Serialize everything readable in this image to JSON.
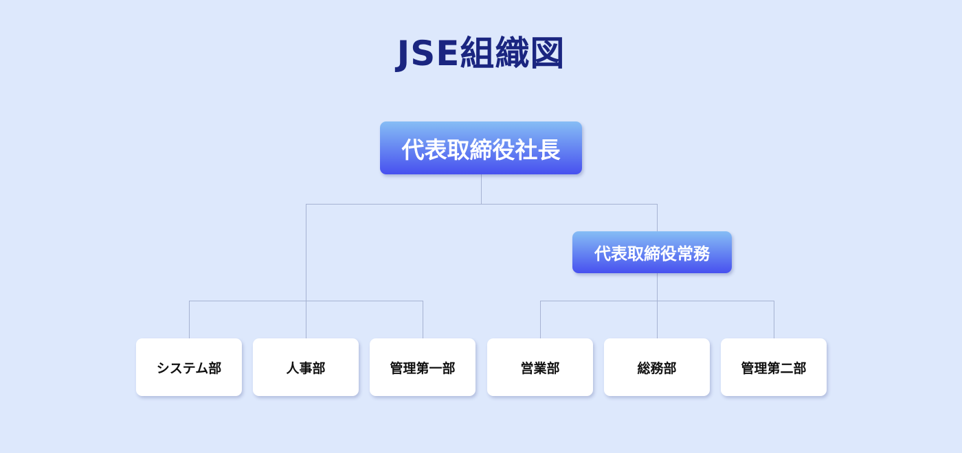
{
  "title": "JSE組織図",
  "president": "代表取締役社長",
  "managing_director": "代表取締役常務",
  "departments": [
    "システム部",
    "人事部",
    "管理第一部",
    "営業部",
    "総務部",
    "管理第二部"
  ]
}
